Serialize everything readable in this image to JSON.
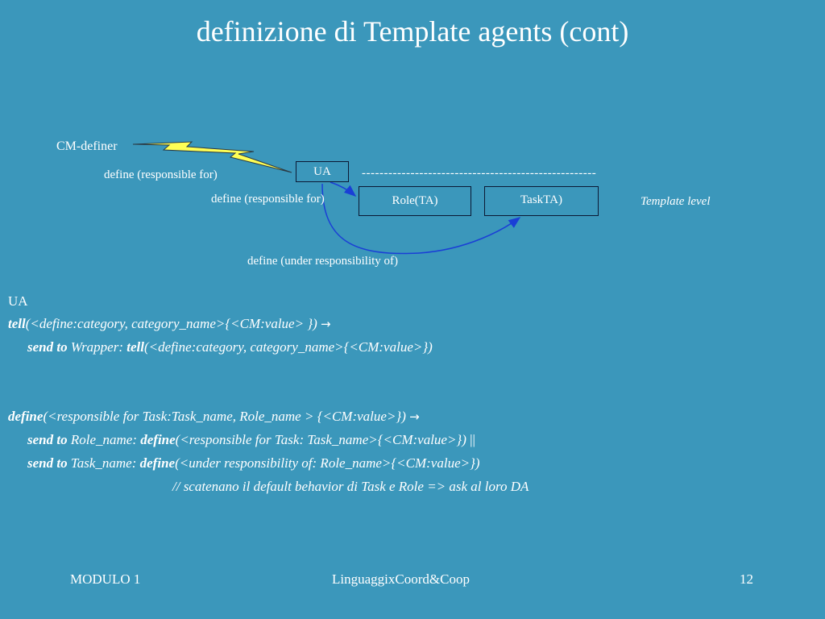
{
  "slide": {
    "title": "definizione di Template agents (cont)"
  },
  "diagram": {
    "cm_definer_label": "CM-definer",
    "edge_label_1": "define (responsible for)",
    "edge_label_2": "define (responsible for)",
    "edge_label_3": "define (under responsibility of)",
    "node_ua": "UA",
    "node_role": "Role(TA)",
    "node_task": "TaskTA)",
    "separator": "-----------------------------------------------------",
    "level_label": "Template level",
    "lightning_color": "#ffff55"
  },
  "body": {
    "ua_heading": "UA",
    "line1_kw": "tell",
    "line1_rest": "(<define:category, category_name>{<CM:value> })",
    "line2_kw": "send to",
    "line2_mid": " Wrapper: ",
    "line2_kw2": "tell",
    "line2_rest": "(<define:category, category_name>{<CM:value>})",
    "line3_kw": "define",
    "line3_rest": "(<responsible for Task:Task_name, Role_name > {<CM:value>})",
    "line4_kw": "send to",
    "line4_mid": " Role_name: ",
    "line4_kw2": "define",
    "line4_rest": "(<responsible for Task: Task_name>{<CM:value>})",
    "line4_tail": " ||",
    "line5_kw": "send to",
    "line5_mid": " Task_name: ",
    "line5_kw2": "define",
    "line5_rest": "(<under responsibility of: Role_name>{<CM:value>})",
    "comment": "// scatenano il default behavior di Task e Role => ask al loro DA",
    "arrow_symbol": "→"
  },
  "footer": {
    "left": "MODULO 1",
    "center": "LinguaggixCoord&Coop",
    "page_number": "12"
  }
}
